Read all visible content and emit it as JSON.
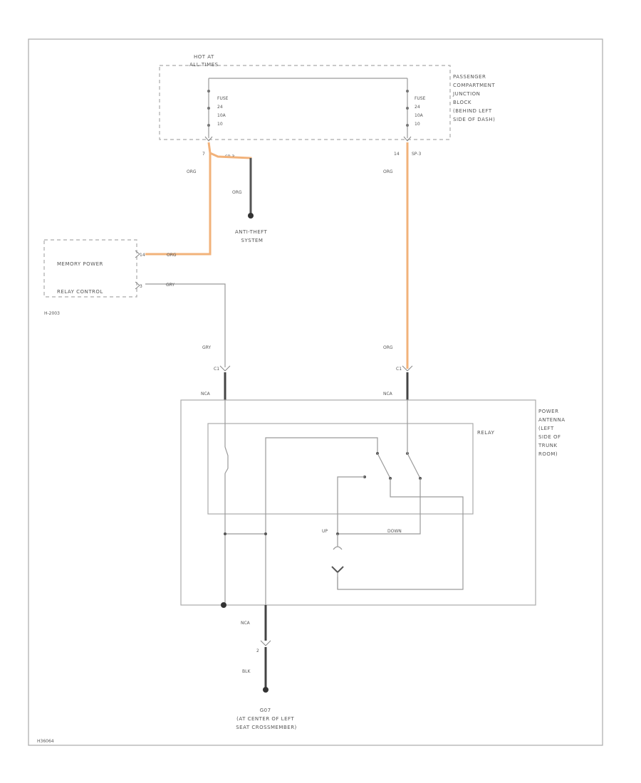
{
  "source": {
    "hot_at": "HOT AT",
    "all_times": "ALL TIMES"
  },
  "junction_block": {
    "label_lines": [
      "PASSENGER",
      "COMPARTMENT",
      "JUNCTION",
      "BLOCK",
      "(BEHIND LEFT",
      "SIDE OF DASH)"
    ]
  },
  "fuse_left": {
    "lines": [
      "FUSE",
      "24",
      "10A",
      "10"
    ]
  },
  "fuse_right": {
    "lines": [
      "FUSE",
      "24",
      "10A",
      "10"
    ]
  },
  "pins": {
    "left_top": "7",
    "left_splice": "SP-3",
    "right_top": "14",
    "right_splice": "SP-3",
    "memory_power_pin": "14",
    "relay_control_pin": "3",
    "relay_in_left": "C1",
    "relay_in_right": "C1",
    "ground_pin": "2"
  },
  "wires": {
    "org1": "ORG",
    "org2": "ORG",
    "org3": "ORG",
    "org4": "ORG",
    "org5": "ORG",
    "gry1": "GRY",
    "gry2": "GRY",
    "nca_left": "NCA",
    "nca_right": "NCA",
    "nca_bottom": "NCA",
    "blk": "BLK"
  },
  "anti_theft": {
    "lines": [
      "ANTI-THEFT",
      "SYSTEM"
    ]
  },
  "module": {
    "memory_power": "MEMORY POWER",
    "relay_control": "RELAY CONTROL",
    "id": "H-2003"
  },
  "antenna": {
    "label_lines": [
      "POWER",
      "ANTENNA",
      "(LEFT",
      "SIDE OF",
      "TRUNK",
      "ROOM)"
    ],
    "relay": "RELAY",
    "up": "UP",
    "down": "DOWN"
  },
  "ground": {
    "label_lines": [
      "G07",
      "(AT CENTER OF LEFT",
      "SEAT CROSSMEMBER)"
    ]
  },
  "footer_code": "H36064"
}
